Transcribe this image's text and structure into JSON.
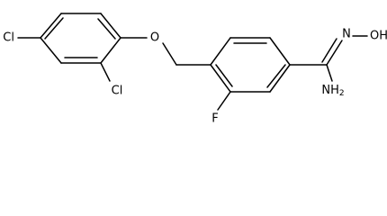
{
  "molecule": {
    "atoms": {
      "cl_left": "Cl",
      "cl_bottom": "Cl",
      "oxygen_ether": "O",
      "fluorine": "F",
      "nitrogen_oxime": "N",
      "hydroxyl": "OH",
      "amine_n": "NH",
      "amine_sub": "2"
    },
    "colors": {
      "bond": "#000000",
      "label": "#000000",
      "background": "#ffffff"
    }
  }
}
